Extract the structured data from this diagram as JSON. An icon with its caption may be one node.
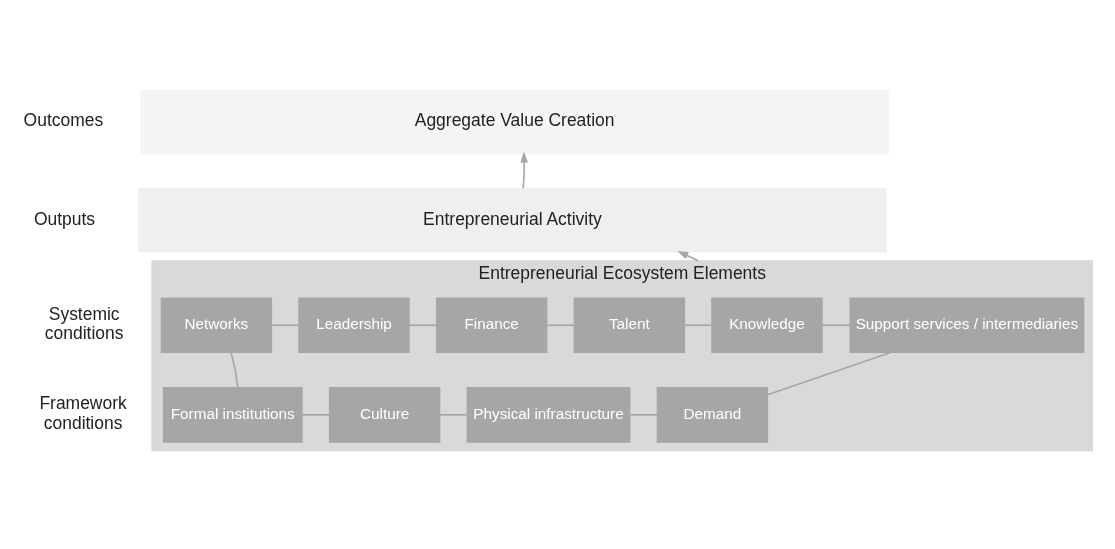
{
  "diagram": {
    "nodes": [
      {
        "text": [
          "Aggregate Value Creation"
        ]
      },
      {
        "text": [
          "Entrepreneurial Activity"
        ]
      },
      {
        "text": [
          "Entrepreneurial Ecosystem Elements"
        ]
      },
      {
        "text": [
          "Networks"
        ],
        "in": 2
      },
      {
        "text": [
          "Leadership"
        ],
        "in": 2
      },
      {
        "text": [
          "Finance"
        ],
        "in": 2
      },
      {
        "text": [
          "Talent"
        ],
        "in": 2
      },
      {
        "text": [
          "Knowledge"
        ],
        "in": 2
      },
      {
        "text": [
          "Support services / intermediaries"
        ],
        "in": 2
      },
      {
        "text": [
          "Formal institutions"
        ],
        "in": 2
      },
      {
        "text": [
          "Culture"
        ],
        "in": 2
      },
      {
        "text": [
          "Physical infrastructure"
        ],
        "in": 2
      },
      {
        "text": [
          "Demand"
        ],
        "in": 2
      }
    ],
    "edges": [
      {
        "from": 1,
        "to": 0,
        "arrow": "to"
      },
      {
        "from": 2,
        "to": 1,
        "arrow": "to"
      },
      {
        "from": 3,
        "to": 4,
        "arrow": "none"
      },
      {
        "from": 4,
        "to": 5,
        "arrow": "none"
      },
      {
        "from": 5,
        "to": 6,
        "arrow": "none"
      },
      {
        "from": 6,
        "to": 7,
        "arrow": "none"
      },
      {
        "from": 7,
        "to": 8,
        "arrow": "none"
      },
      {
        "from": 3,
        "to": 9,
        "arrow": "none"
      },
      {
        "from": 8,
        "to": 12,
        "arrow": "none"
      },
      {
        "from": 9,
        "to": 10,
        "arrow": "none"
      },
      {
        "from": 10,
        "to": 11,
        "arrow": "none"
      },
      {
        "from": 11,
        "to": 12,
        "arrow": "none"
      }
    ],
    "labels": [
      "Outcomes",
      "Outputs",
      "Systemic conditions",
      "Framework conditions"
    ]
  }
}
